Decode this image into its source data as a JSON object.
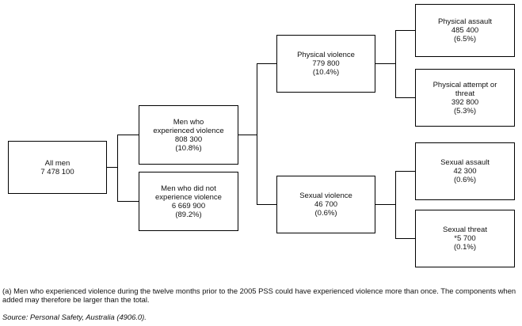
{
  "diagram": {
    "nodes": {
      "all_men": {
        "lines": [
          "All men",
          "7 478 100"
        ]
      },
      "experienced_violence": {
        "lines": [
          "Men who",
          "experienced violence",
          "808 300",
          "(10.8%)"
        ]
      },
      "no_violence": {
        "lines": [
          "Men who did not",
          "experience violence",
          "6 669 900",
          "(89.2%)"
        ]
      },
      "physical_violence": {
        "lines": [
          "Physical violence",
          "779 800",
          "(10.4%)"
        ]
      },
      "sexual_violence": {
        "lines": [
          "Sexual violence",
          "46 700",
          "(0.6%)"
        ]
      },
      "physical_assault": {
        "lines": [
          "Physical assault",
          "485 400",
          "(6.5%)"
        ]
      },
      "physical_attempt_threat": {
        "lines": [
          "Physical attempt or",
          "threat",
          "392 800",
          "(5.3%)"
        ]
      },
      "sexual_assault": {
        "lines": [
          "Sexual assault",
          "42 300",
          "(0.6%)"
        ]
      },
      "sexual_threat": {
        "lines": [
          "Sexual threat",
          "*5 700",
          "(0.1%)"
        ]
      }
    },
    "footnote": "(a) Men who experienced violence during the twelve months prior to the 2005 PSS could have experienced violence more than once. The components when added may therefore be larger than the total.",
    "source": "Source: Personal Safety, Australia (4906.0)."
  },
  "colors": {
    "line": "#000000",
    "background": "#ffffff",
    "text": "#111111"
  }
}
